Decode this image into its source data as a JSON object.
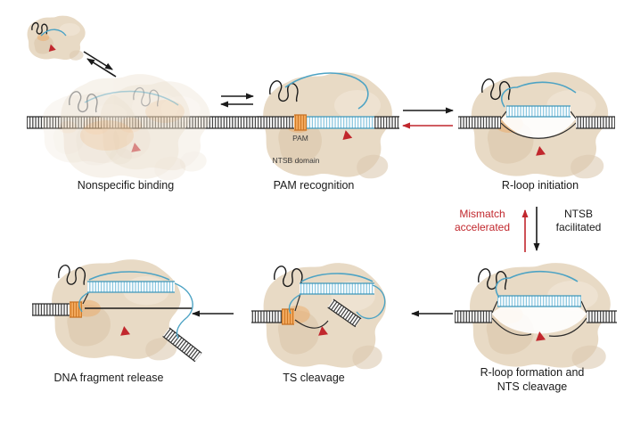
{
  "labels": {
    "nonspecific": "Nonspecific binding",
    "pam_recognition": "PAM recognition",
    "rloop_initiation": "R-loop initiation",
    "rloop_formation_1": "R-loop formation and",
    "rloop_formation_2": "NTS cleavage",
    "ts_cleavage": "TS cleavage",
    "release": "DNA fragment release",
    "pam": "PAM",
    "ntsb_domain": "NTSB domain",
    "mismatch_1": "Mismatch",
    "mismatch_2": "accelerated",
    "ntsb_1": "NTSB",
    "ntsb_2": "facilitated"
  },
  "colors": {
    "protein_tan": "#e8dac5",
    "protein_shade": "#d9c5a8",
    "pam_orange": "#f2a85c",
    "rna_blue": "#4da3c4",
    "accent_red": "#c1272d",
    "dna_black": "#2a2a2a"
  }
}
